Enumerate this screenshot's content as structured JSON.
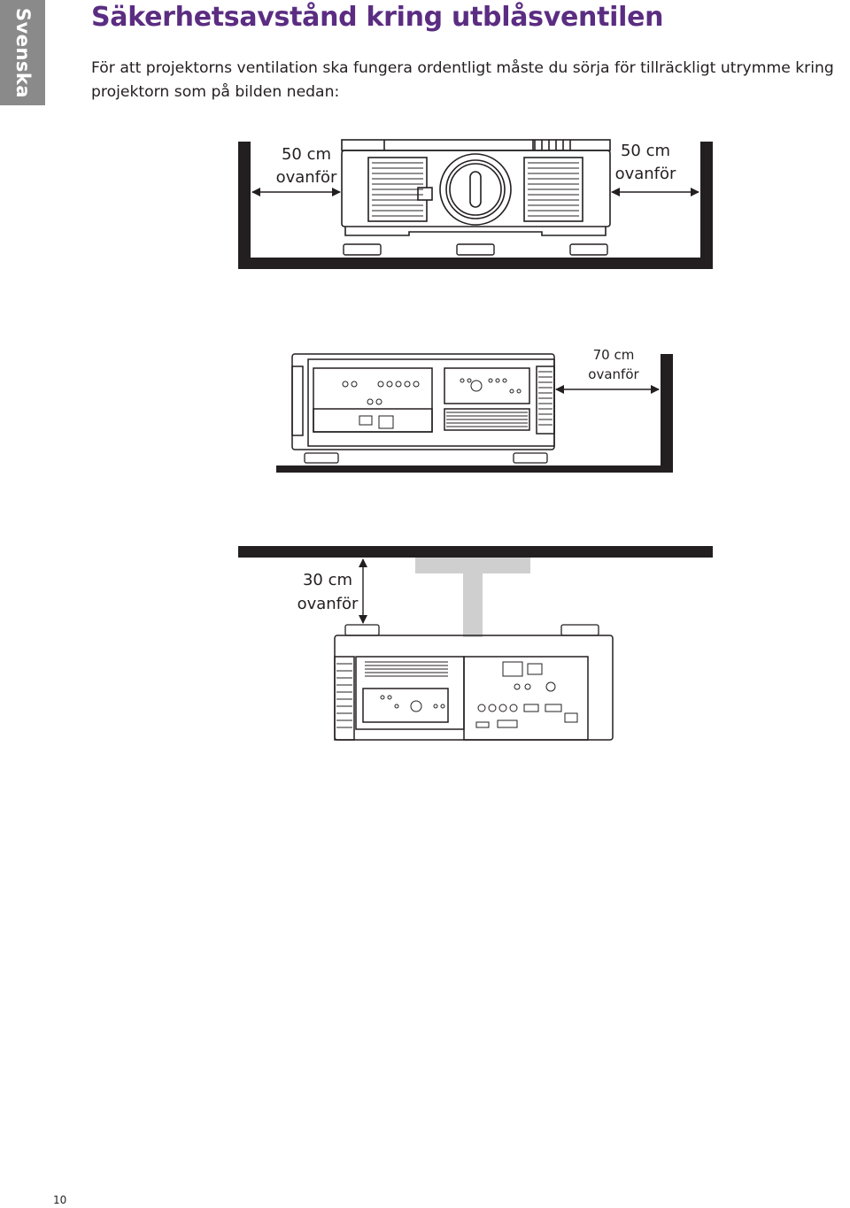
{
  "side_tab": {
    "label": "Svenska"
  },
  "heading": "Säkerhetsavstånd kring utblåsventilen",
  "intro": "För att projektorns ventilation ska fungera ordentligt måste du sörja för tillräckligt utrymme kring projektorn som på bilden nedan:",
  "figures": {
    "front_view": {
      "left_clearance": "50 cm\novanför",
      "right_clearance": "50 cm\novanför"
    },
    "side_view": {
      "right_clearance": "70 cm\novanför"
    },
    "ceiling_view": {
      "top_clearance": "30 cm\novanför"
    }
  },
  "page_number": "10"
}
